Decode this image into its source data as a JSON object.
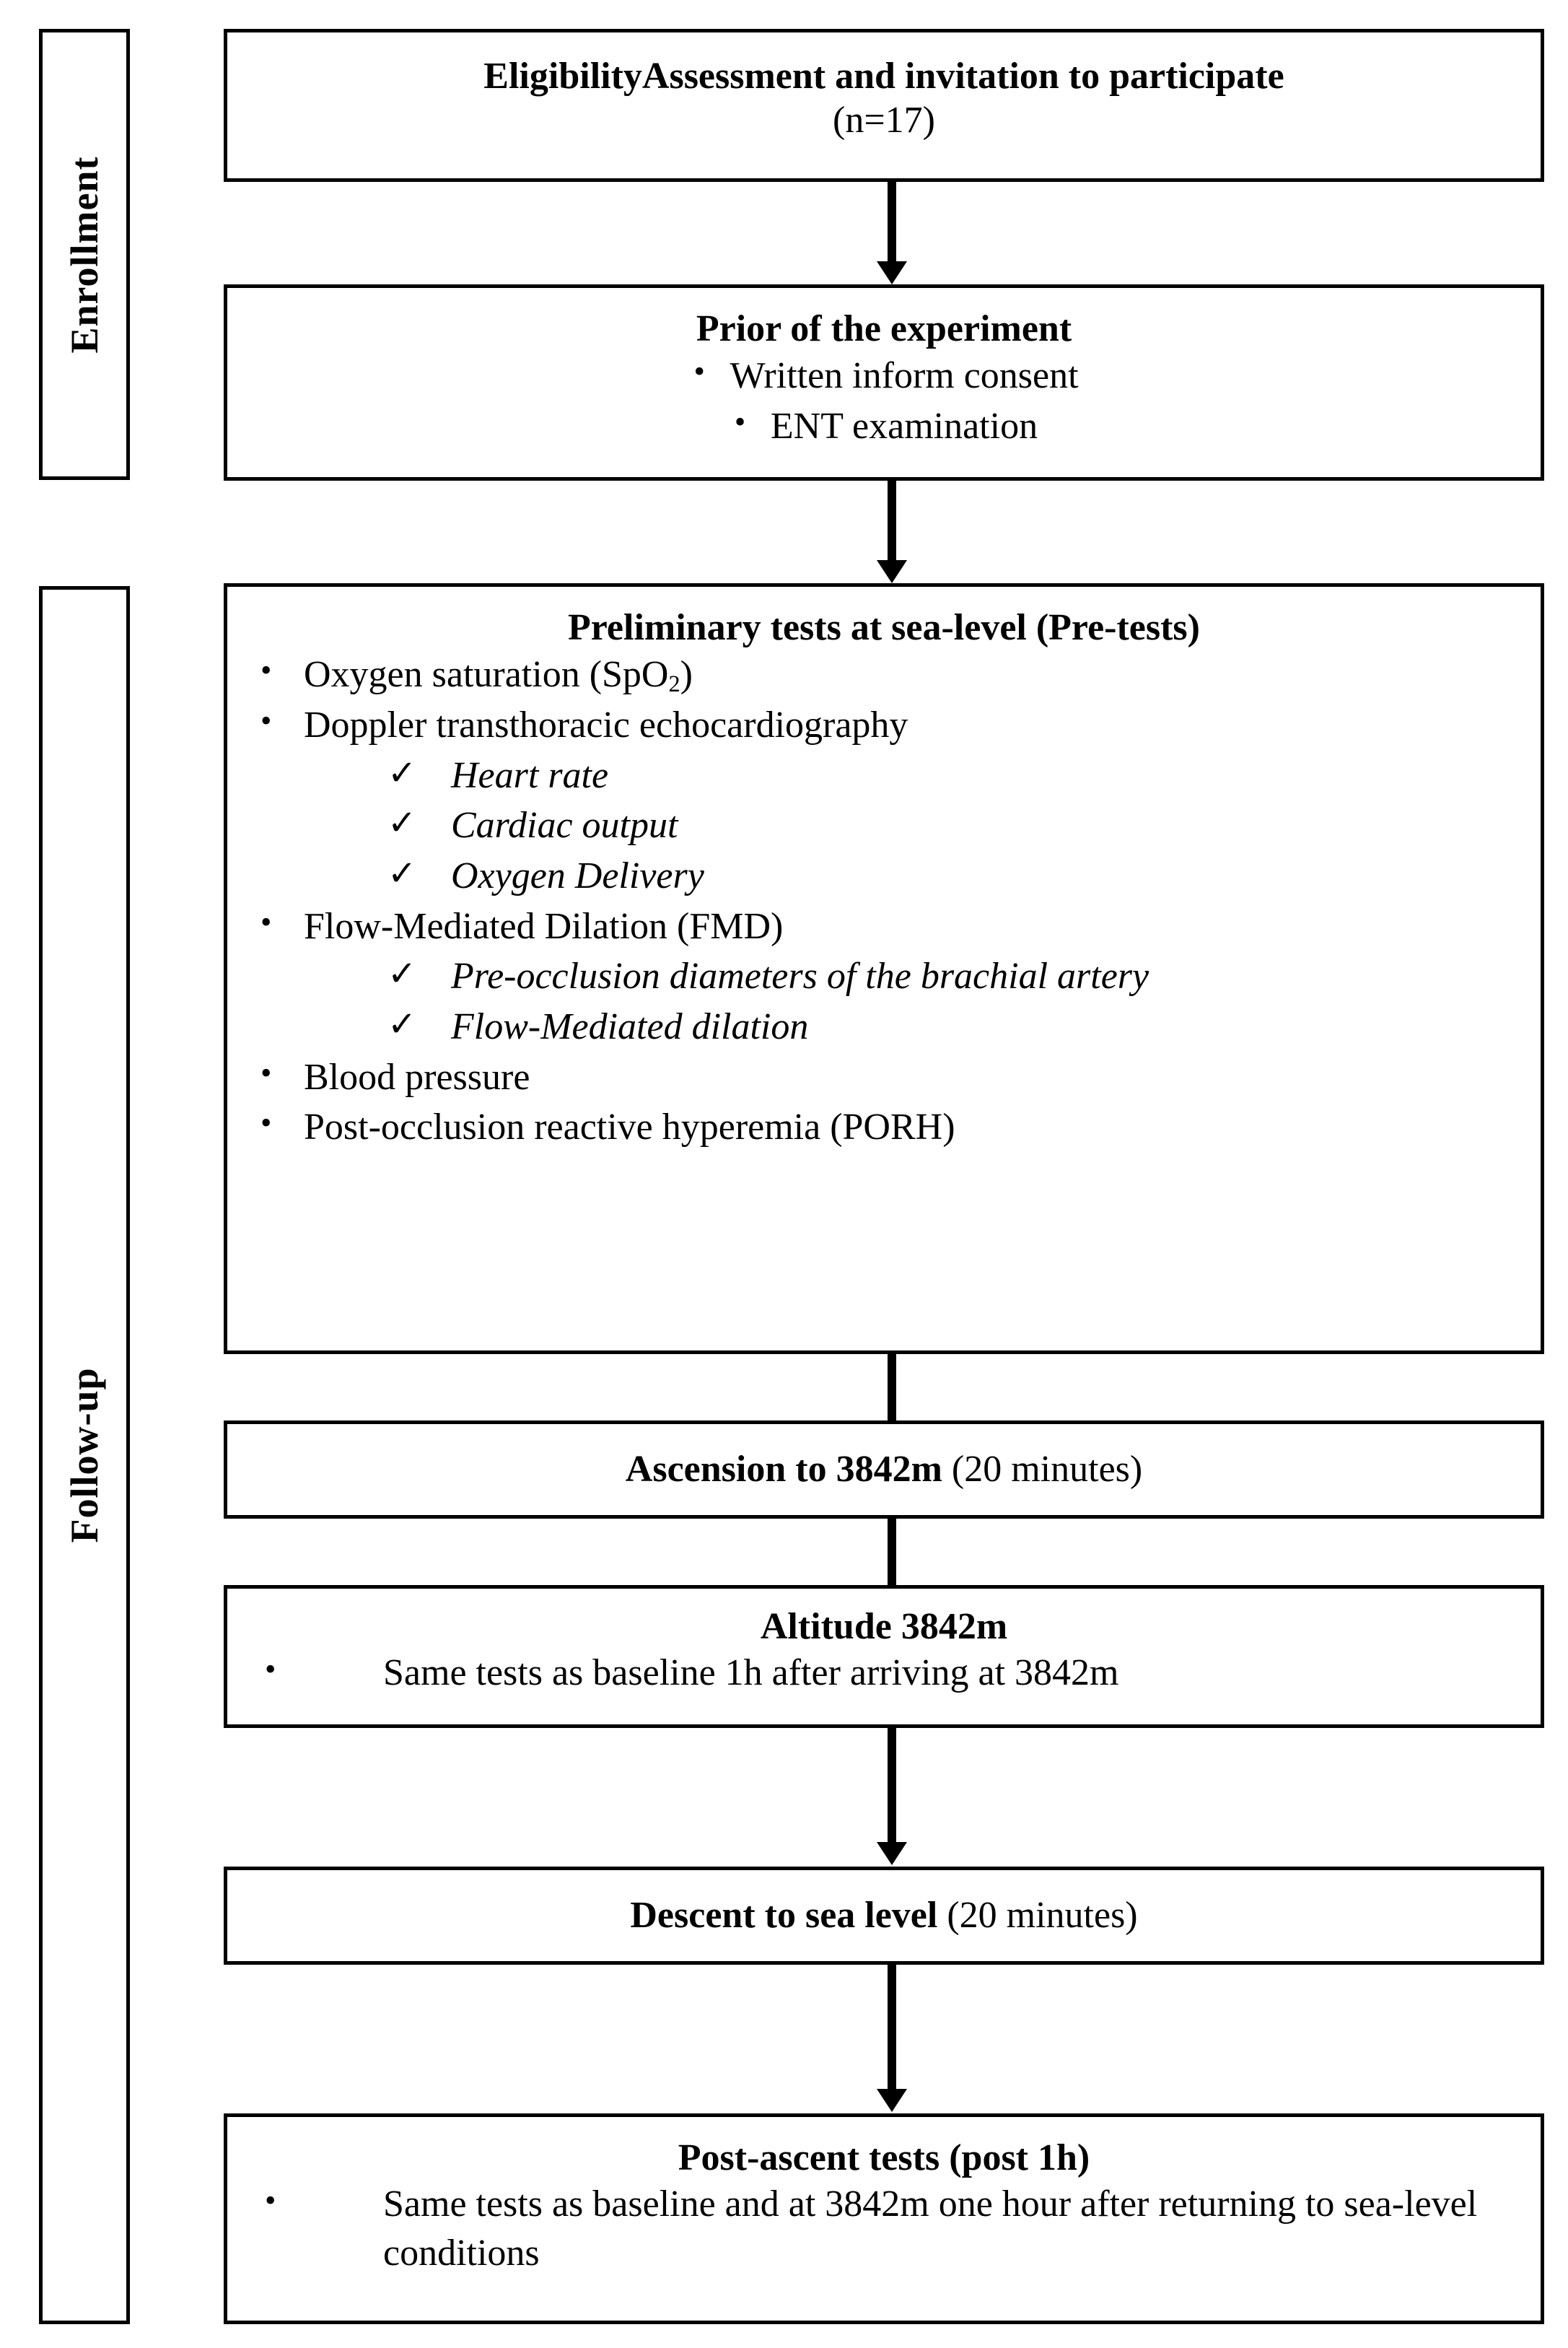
{
  "diagram": {
    "title": "Study protocol flow diagram",
    "type": "flowchart",
    "phases": [
      {
        "id": "enrollment",
        "label": "Enrollment"
      },
      {
        "id": "follow-up",
        "label": "Follow-up"
      }
    ],
    "nodes": [
      {
        "id": "eligibility",
        "phase": "enrollment",
        "title": "EligibilityAssessment  and invitation  to participate",
        "subtitle": "(n=17)"
      },
      {
        "id": "prior",
        "phase": "enrollment",
        "title": "Prior of the experiment",
        "bullets": [
          "Written inform consent",
          "ENT examination"
        ]
      },
      {
        "id": "pretests",
        "phase": "follow-up",
        "title": "Preliminary tests at sea-level (Pre-tests)",
        "items": [
          {
            "level": 1,
            "text": "Oxygen saturation (SpO2)",
            "html": "Oxygen saturation (SpO<sub>2</sub>)"
          },
          {
            "level": 1,
            "text": "Doppler transthoracic echocardiography"
          },
          {
            "level": 2,
            "text": "Heart rate"
          },
          {
            "level": 2,
            "text": "Cardiac output"
          },
          {
            "level": 2,
            "text": "Oxygen Delivery"
          },
          {
            "level": 1,
            "text": "Flow-Mediated Dilation (FMD)"
          },
          {
            "level": 2,
            "text": "Pre-occlusion diameters of the brachial artery"
          },
          {
            "level": 2,
            "text": "Flow-Mediated dilation"
          },
          {
            "level": 1,
            "text": "Blood pressure"
          },
          {
            "level": 1,
            "text": "Post-occlusion reactive hyperemia (PORH)"
          }
        ]
      },
      {
        "id": "ascension",
        "phase": "follow-up",
        "title_bold": "Ascension  to 3842m",
        "title_regular": " (20 minutes)"
      },
      {
        "id": "altitude",
        "phase": "follow-up",
        "title": "Altitude  3842m",
        "bullet": "Same tests as baseline 1h after arriving at 3842m"
      },
      {
        "id": "descent",
        "phase": "follow-up",
        "title_bold": "Descent to sea level",
        "title_regular": " (20 minutes)"
      },
      {
        "id": "postascent",
        "phase": "follow-up",
        "title": "Post-ascent tests (post 1h)",
        "bullet": "Same tests as baseline and  at 3842m one hour after returning to sea-level conditions"
      }
    ],
    "connectors": [
      {
        "from": "eligibility",
        "to": "prior"
      },
      {
        "from": "prior",
        "to": "pretests"
      },
      {
        "from": "pretests",
        "to": "ascension"
      },
      {
        "from": "ascension",
        "to": "altitude"
      },
      {
        "from": "altitude",
        "to": "descent"
      },
      {
        "from": "descent",
        "to": "postascent"
      }
    ],
    "colors": {
      "stroke": "#000000",
      "background": "#ffffff",
      "text": "#000000"
    }
  }
}
